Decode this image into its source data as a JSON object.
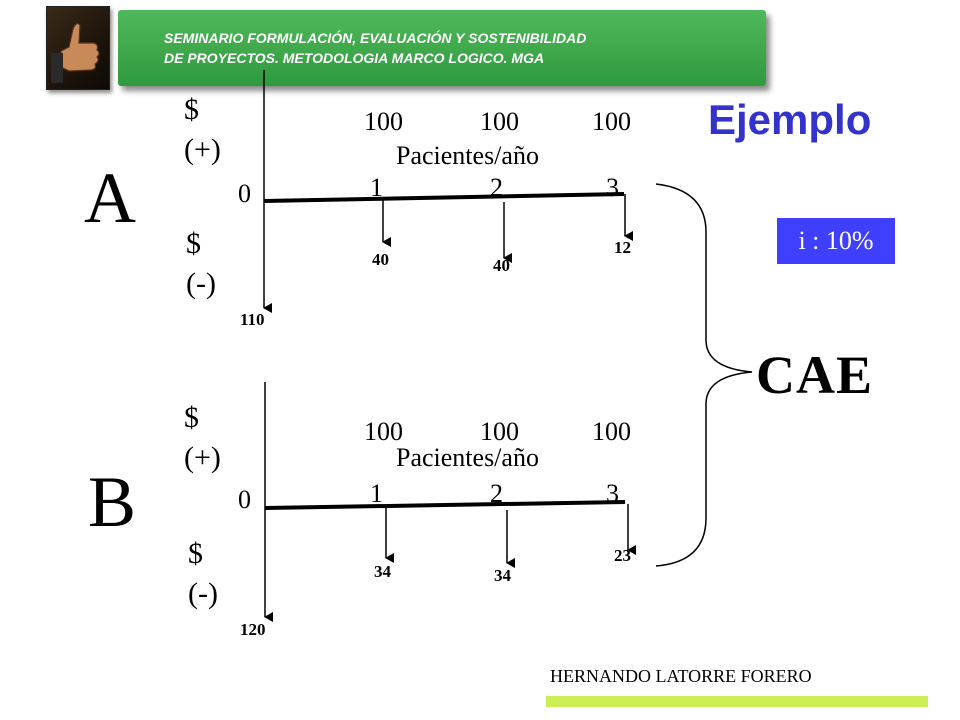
{
  "header": {
    "title": "SEMINARIO FORMULACIÓN, EVALUACIÓN Y SOSTENIBILIDAD\nDE PROYECTOS. METODOLOGIA MARCO LOGICO. MGA",
    "logo_icon": "thumbs-up-icon"
  },
  "heading": "Ejemplo",
  "rate_label": "i :  10%",
  "result_label": "CAE",
  "author": "HERNANDO LATORRE FORERO",
  "colors": {
    "banner_green": "#2f9a3e",
    "heading_blue": "#3333cc",
    "rate_box_blue": "#3f3fff",
    "footer_bar": "#ccee55"
  },
  "diagram_a": {
    "letter": "A",
    "income_symbol": "$",
    "income_sign": "(+)",
    "cost_symbol": "$",
    "cost_sign": "(-)",
    "unit_label": "Pacientes/año",
    "periods": [
      "0",
      "1",
      "2",
      "3"
    ],
    "benefits": [
      "100",
      "100",
      "100"
    ],
    "initial_cost": "110",
    "period_costs": [
      "40",
      "40",
      "12"
    ]
  },
  "diagram_b": {
    "letter": "B",
    "income_symbol": "$",
    "income_sign": "(+)",
    "cost_symbol": "$",
    "cost_sign": "(-)",
    "unit_label": "Pacientes/año",
    "periods": [
      "0",
      "1",
      "2",
      "3"
    ],
    "benefits": [
      "100",
      "100",
      "100"
    ],
    "initial_cost": "120",
    "period_costs": [
      "34",
      "34",
      "23"
    ]
  }
}
